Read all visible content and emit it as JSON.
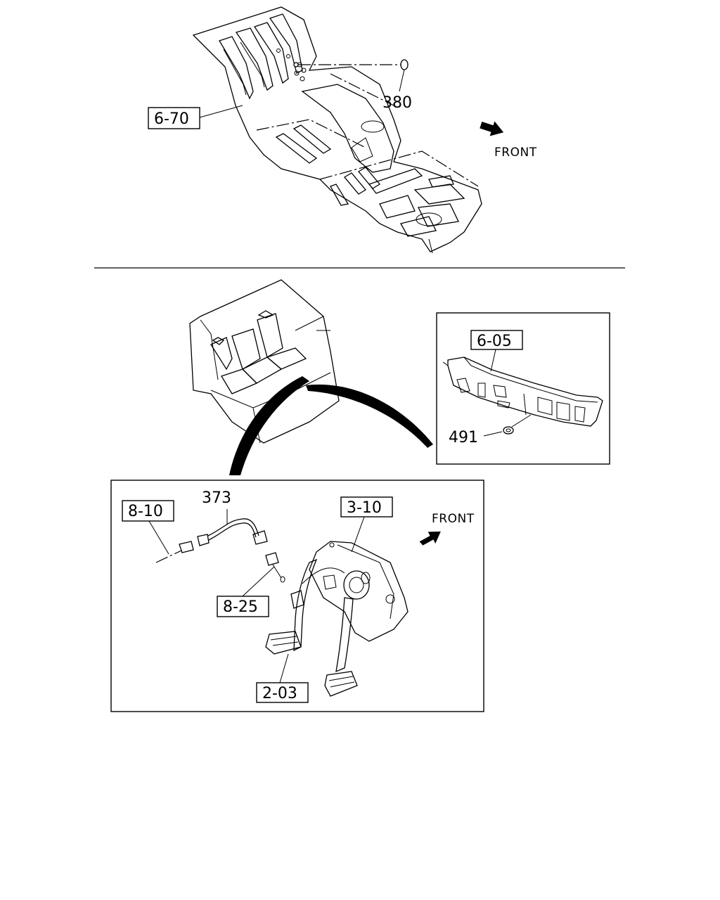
{
  "callouts": {
    "floor_panel": "6-70",
    "plug_380": "380",
    "front_upper": "FRONT",
    "dash_panel": "6-05",
    "grommet_491": "491",
    "harness_373": "373",
    "connector_810": "8-10",
    "pedal_bracket": "3-10",
    "front_lower": "FRONT",
    "switch_825": "8-25",
    "pedal_203": "2-03"
  },
  "colors": {
    "ink": "#000000",
    "paper": "#ffffff"
  }
}
